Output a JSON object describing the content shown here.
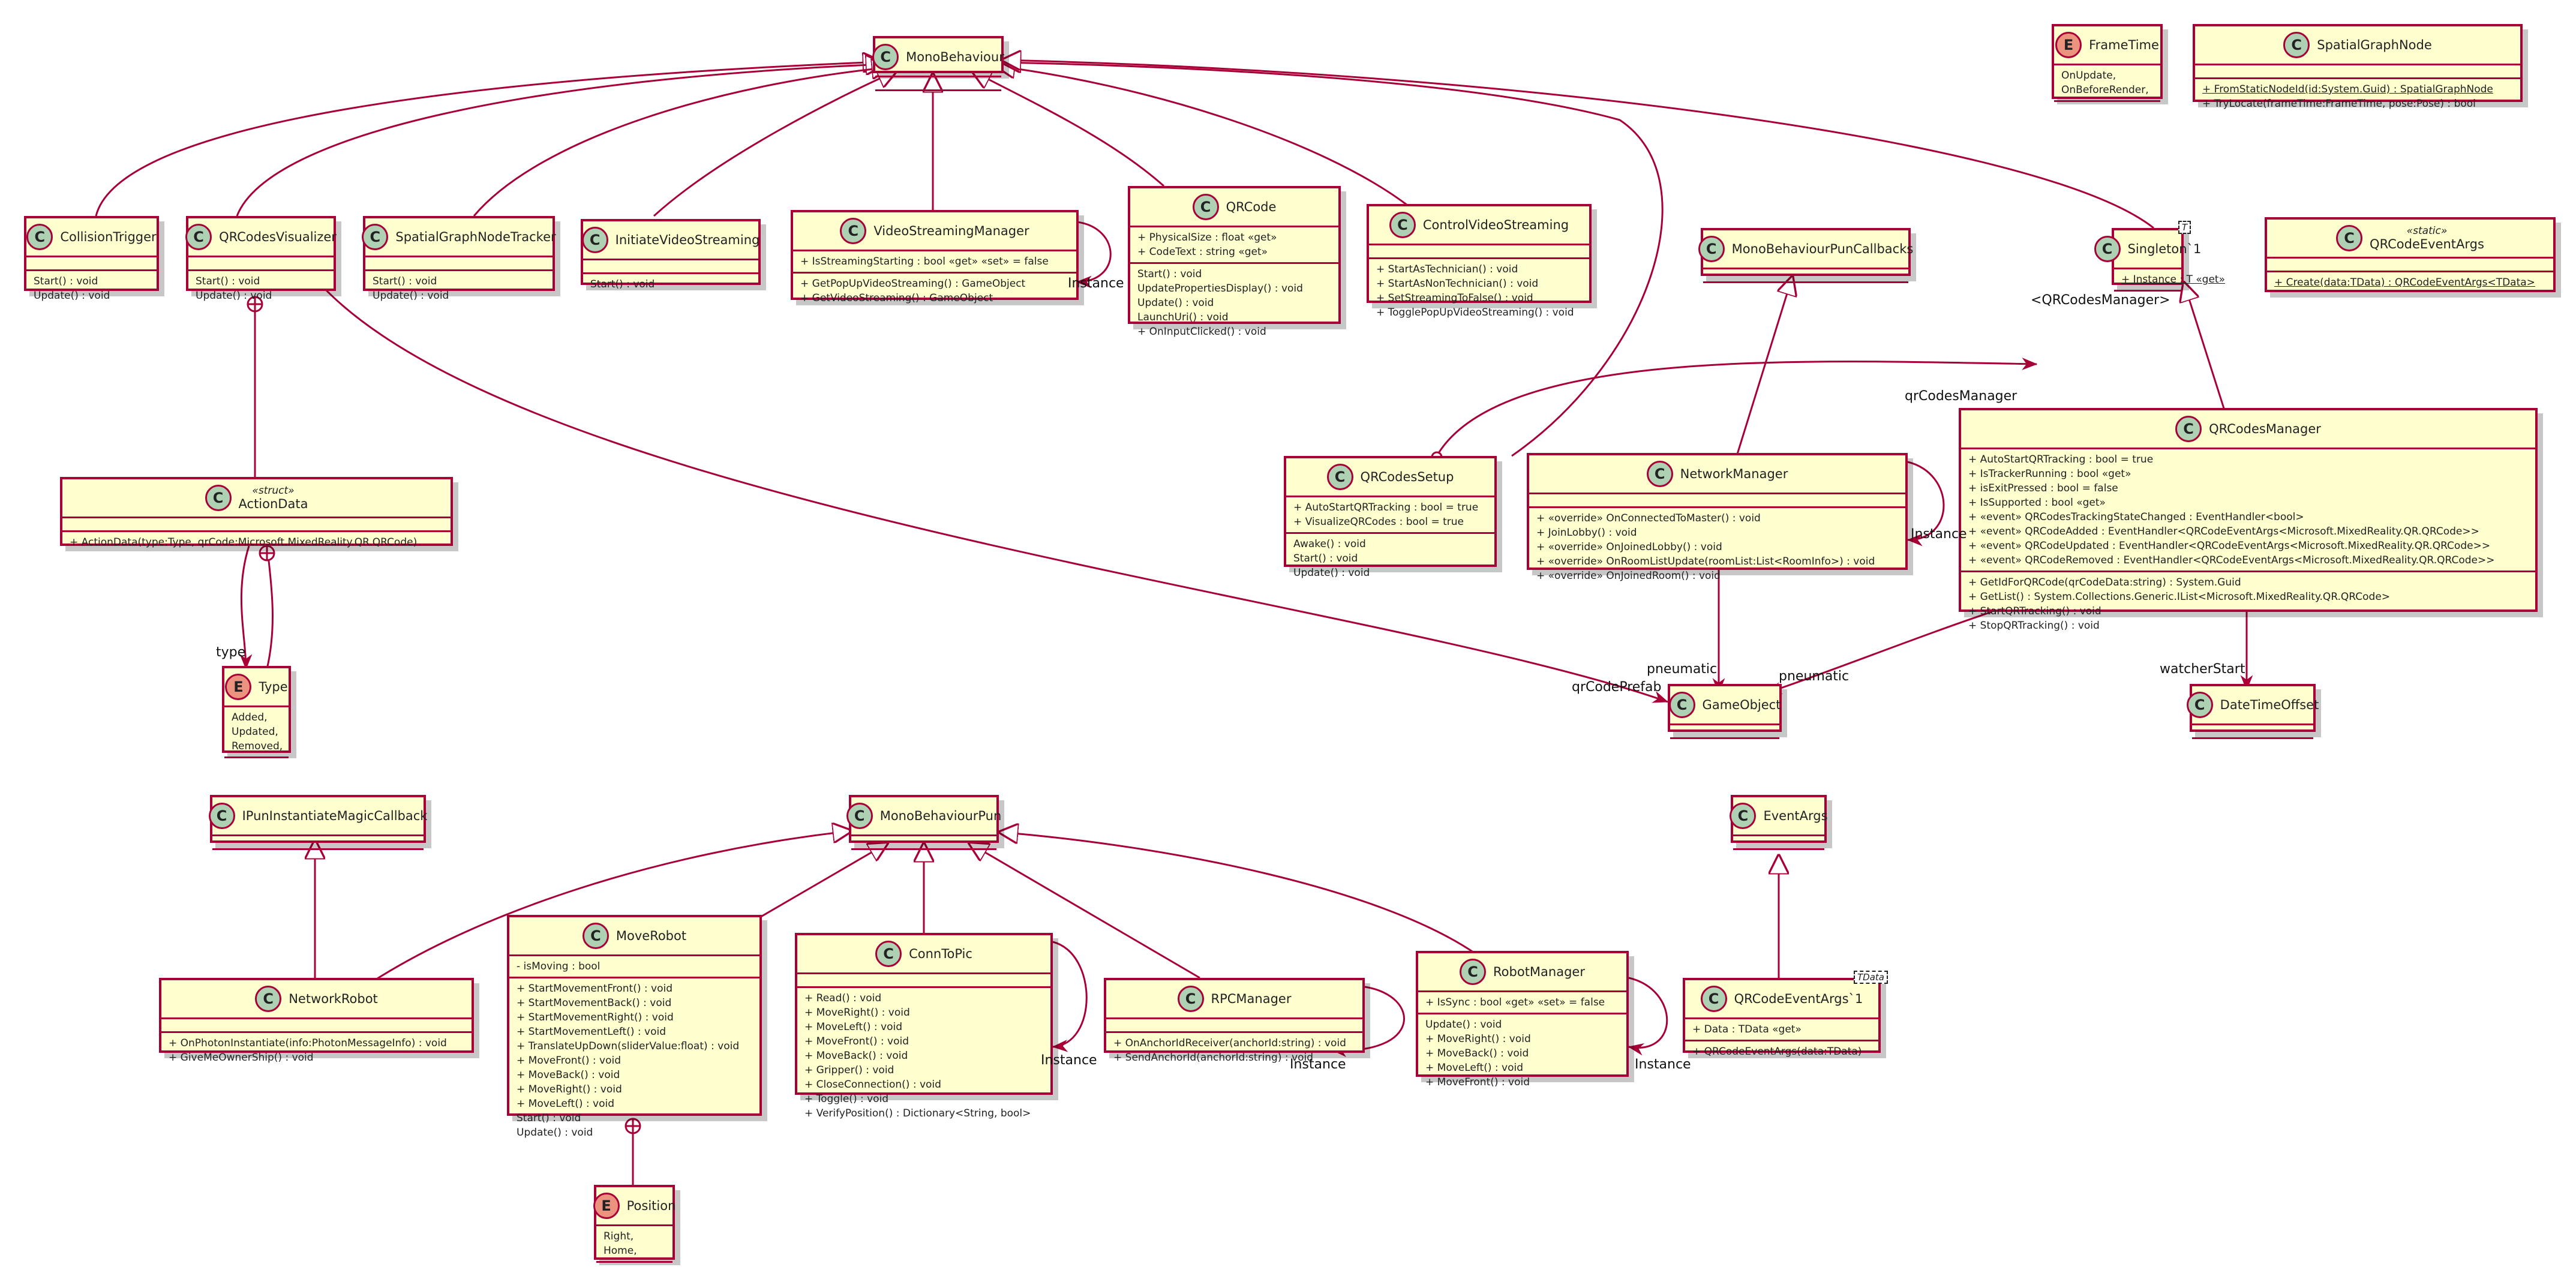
{
  "classes": {
    "monobehaviour": {
      "name": "MonoBehaviour",
      "kind": "C",
      "fields": [],
      "methods": []
    },
    "collisiontrigger": {
      "name": "CollisionTrigger",
      "kind": "C",
      "fields": [],
      "methods": [
        "Start() : void",
        "Update() : void"
      ]
    },
    "qrcodesvisualizer": {
      "name": "QRCodesVisualizer",
      "kind": "C",
      "fields": [],
      "methods": [
        "Start() : void",
        "Update() : void"
      ]
    },
    "spatialgraphnodetracker": {
      "name": "SpatialGraphNodeTracker",
      "kind": "C",
      "fields": [],
      "methods": [
        "Start() : void",
        "Update() : void"
      ]
    },
    "initiatevideostreaming": {
      "name": "InitiateVideoStreaming",
      "kind": "C",
      "fields": [],
      "methods": [
        "Start() : void"
      ]
    },
    "videostreamingmanager": {
      "name": "VideoStreamingManager",
      "kind": "C",
      "fields": [
        "+ IsStreamingStarting : bool «get» «set» = false"
      ],
      "methods": [
        "+ GetPopUpVideoStreaming() : GameObject",
        "+ GetVideoStreaming() : GameObject"
      ]
    },
    "qrcode": {
      "name": "QRCode",
      "kind": "C",
      "fields": [
        "+ PhysicalSize : float «get»",
        "+ CodeText : string «get»"
      ],
      "methods": [
        "Start() : void",
        "UpdatePropertiesDisplay() : void",
        "Update() : void",
        "LaunchUri() : void",
        "+ OnInputClicked() : void"
      ]
    },
    "controlvideostreaming": {
      "name": "ControlVideoStreaming",
      "kind": "C",
      "fields": [],
      "methods": [
        "+ StartAsTechnician() : void",
        "+ StartAsNonTechnician() : void",
        "+ SetStreamingToFalse() : void",
        "+ TogglePopUpVideoStreaming() : void"
      ]
    },
    "frametime": {
      "name": "FrameTime",
      "kind": "E",
      "fields": [
        "OnUpdate,",
        "OnBeforeRender,"
      ],
      "methods": []
    },
    "spatialgraphnode": {
      "name": "SpatialGraphNode",
      "kind": "C",
      "fields": [],
      "methods": [
        "+ FromStaticNodeId(id:System.Guid) : SpatialGraphNode",
        "+ TryLocate(frameTime:FrameTime, pose:Pose) : bool"
      ]
    },
    "monobehaviourpuncallbacks": {
      "name": "MonoBehaviourPunCallbacks",
      "kind": "C",
      "fields": [],
      "methods": []
    },
    "singleton": {
      "name": "Singleton`1",
      "kind": "C",
      "tparam": "T",
      "fields": [
        "+ Instance : T «get»"
      ],
      "methods": []
    },
    "qrcodeeventargs": {
      "name": "QRCodeEventArgs",
      "stereotype": "«static»",
      "kind": "C",
      "fields": [],
      "methods": [
        "+ Create(data:TData) : QRCodeEventArgs<TData>"
      ]
    },
    "actiondata": {
      "name": "ActionData",
      "stereotype": "«struct»",
      "kind": "C",
      "fields": [],
      "methods": [
        "+ ActionData(type:Type, qrCode:Microsoft.MixedReality.QR.QRCode)"
      ]
    },
    "qrcodessetup": {
      "name": "QRCodesSetup",
      "kind": "C",
      "fields": [
        "+ AutoStartQRTracking : bool = true",
        "+ VisualizeQRCodes : bool = true"
      ],
      "methods": [
        "Awake() : void",
        "Start() : void",
        "Update() : void"
      ]
    },
    "networkmanager": {
      "name": "NetworkManager",
      "kind": "C",
      "fields": [],
      "methods": [
        "+ «override» OnConnectedToMaster() : void",
        "+ JoinLobby() : void",
        "+ «override» OnJoinedLobby() : void",
        "+ «override» OnRoomListUpdate(roomList:List<RoomInfo>) : void",
        "+ «override» OnJoinedRoom() : void"
      ]
    },
    "qrcodesmanager": {
      "name": "QRCodesManager",
      "kind": "C",
      "fields": [
        "+ AutoStartQRTracking : bool = true",
        "+ IsTrackerRunning : bool «get»",
        "+ isExitPressed : bool = false",
        "+ IsSupported : bool «get»",
        "+ «event» QRCodesTrackingStateChanged : EventHandler<bool>",
        "+ «event» QRCodeAdded : EventHandler<QRCodeEventArgs<Microsoft.MixedReality.QR.QRCode>>",
        "+ «event» QRCodeUpdated : EventHandler<QRCodeEventArgs<Microsoft.MixedReality.QR.QRCode>>",
        "+ «event» QRCodeRemoved : EventHandler<QRCodeEventArgs<Microsoft.MixedReality.QR.QRCode>>"
      ],
      "methods": [
        "+ GetIdForQRCode(qrCodeData:string) : System.Guid",
        "+ GetList() : System.Collections.Generic.IList<Microsoft.MixedReality.QR.QRCode>",
        "+ StartQRTracking() : void",
        "+ StopQRTracking() : void"
      ]
    },
    "type": {
      "name": "Type",
      "kind": "E",
      "fields": [
        "Added,",
        "Updated,",
        "Removed,"
      ],
      "methods": []
    },
    "gameobject": {
      "name": "GameObject",
      "kind": "C",
      "fields": [],
      "methods": []
    },
    "datetimeoffset": {
      "name": "DateTimeOffset",
      "kind": "C",
      "fields": [],
      "methods": []
    },
    "ipuninstantiatemagiccallback": {
      "name": "IPunInstantiateMagicCallback",
      "kind": "C",
      "fields": [],
      "methods": []
    },
    "monobehaviourpun": {
      "name": "MonoBehaviourPun",
      "kind": "C",
      "fields": [],
      "methods": []
    },
    "eventargs": {
      "name": "EventArgs",
      "kind": "C",
      "fields": [],
      "methods": []
    },
    "networkrobot": {
      "name": "NetworkRobot",
      "kind": "C",
      "fields": [],
      "methods": [
        "+ OnPhotonInstantiate(info:PhotonMessageInfo) : void",
        "+ GiveMeOwnerShip() : void"
      ]
    },
    "moverobot": {
      "name": "MoveRobot",
      "kind": "C",
      "fields": [
        "- isMoving : bool"
      ],
      "methods": [
        "+ StartMovementFront() : void",
        "+ StartMovementBack() : void",
        "+ StartMovementRight() : void",
        "+ StartMovementLeft() : void",
        "+ TranslateUpDown(sliderValue:float) : void",
        "+ MoveFront() : void",
        "+ MoveBack() : void",
        "+ MoveRight() : void",
        "+ MoveLeft() : void",
        "Start() : void",
        "Update() : void"
      ]
    },
    "conntopic": {
      "name": "ConnToPic",
      "kind": "C",
      "fields": [],
      "methods": [
        "+ Read() : void",
        "+ MoveRight() : void",
        "+ MoveLeft() : void",
        "+ MoveFront() : void",
        "+ MoveBack() : void",
        "+ Gripper() : void",
        "+ CloseConnection() : void",
        "+ Toggle() : void",
        "+ VerifyPosition() : Dictionary<String, bool>"
      ]
    },
    "rpcmanager": {
      "name": "RPCManager",
      "kind": "C",
      "fields": [],
      "methods": [
        "+ OnAnchorIdReceiver(anchorId:string) : void",
        "+ SendAnchorId(anchorId:string) : void"
      ]
    },
    "robotmanager": {
      "name": "RobotManager",
      "kind": "C",
      "fields": [
        "+ IsSync : bool «get» «set» = false"
      ],
      "methods": [
        "Update() : void",
        "+ MoveRight() : void",
        "+ MoveBack() : void",
        "+ MoveLeft() : void",
        "+ MoveFront() : void"
      ]
    },
    "qrcodeeventargs1": {
      "name": "QRCodeEventArgs`1",
      "kind": "C",
      "tparam": "TData",
      "fields": [
        "+ Data : TData «get»"
      ],
      "methods": [
        "+ QRCodeEventArgs(data:TData)"
      ]
    },
    "position": {
      "name": "Position",
      "kind": "E",
      "fields": [
        "Right,",
        "Home,"
      ],
      "methods": []
    }
  },
  "labels": {
    "instance_vsm": "Instance",
    "qrcodesmanager_generic": "<QRCodesManager>",
    "qrcodesmanager_role": "qrCodesManager",
    "instance_nm": "Instance",
    "type_role": "type",
    "pneumatic_nm": "pneumatic",
    "qrcodeprefab": "qrCodePrefab",
    "pneumatic_qm": "pneumatic",
    "watcherstart": "watcherStart",
    "instance_ctp": "Instance",
    "instance_rpc": "Instance",
    "instance_rm": "Instance"
  },
  "colors": {
    "class_fill": "#fefece",
    "border": "#a80036",
    "class_icon": "#add1b2",
    "enum_icon": "#eb937f"
  }
}
